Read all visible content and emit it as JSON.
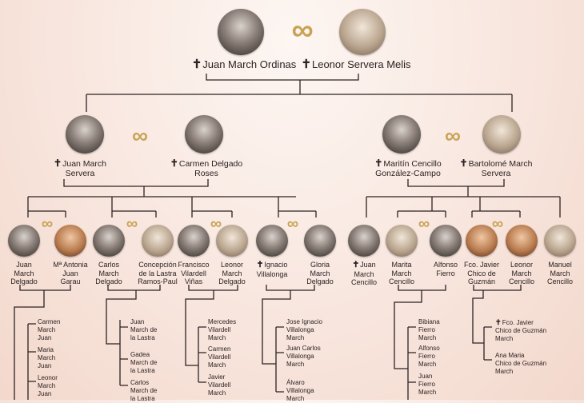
{
  "cross_symbol": "✝",
  "ring_symbol": "∞",
  "gen1": {
    "husband": "Juan March Ordinas",
    "wife": "Leonor Servera Melis"
  },
  "gen2": [
    {
      "a": [
        "Juan March",
        "Servera"
      ],
      "b": [
        "Carmen Delgado",
        "Roses"
      ]
    },
    {
      "a": [
        "Maritín Cencillo",
        "González-Campo"
      ],
      "b": [
        "Bartolomé March",
        "Servera"
      ]
    }
  ],
  "gen3": [
    [
      "Juan",
      "March",
      "Delgado"
    ],
    [
      "Mª Antonia",
      "Juan",
      "Garau"
    ],
    [
      "Carlos",
      "March",
      "Delgado"
    ],
    [
      "Concepción",
      "de la Lastra",
      "Ramos-Paul"
    ],
    [
      "Francisco",
      "Vilardell",
      "Viñas"
    ],
    [
      "Leonor",
      "March",
      "Delgado"
    ],
    [
      "Ignacio",
      "Villalonga"
    ],
    [
      "Gloria",
      "March",
      "Delgado"
    ],
    [
      "Juan",
      "March",
      "Cencillo"
    ],
    [
      "Marita",
      "March",
      "Cencillo"
    ],
    [
      "Alfonso",
      "Fierro"
    ],
    [
      "Fco. Javier",
      "Chico de",
      "Guzmán"
    ],
    [
      "Leonor",
      "March",
      "Cencillo"
    ],
    [
      "Manuel",
      "March",
      "Cencillo"
    ]
  ],
  "gen4": [
    [
      [
        "Carmen",
        "March",
        "Juan"
      ],
      [
        "Maria",
        "March",
        "Juan"
      ],
      [
        "Leonor",
        "March",
        "Juan"
      ]
    ],
    [
      [
        "Juan",
        "March de",
        "la Lastra"
      ],
      [
        "Gadea",
        "March de",
        "la Lastra"
      ],
      [
        "Carlos",
        "March de",
        "la Lastra"
      ]
    ],
    [
      [
        "Mercedes",
        "Vilardell",
        "March"
      ],
      [
        "Carmen",
        "Vilardell",
        "March"
      ],
      [
        "Javier",
        "Vilardell",
        "March"
      ]
    ],
    [
      [
        "Jose Ignacio",
        "Villalonga",
        "March"
      ],
      [
        "Juan Carlos",
        "Villalonga",
        "March"
      ],
      [
        "Álvaro",
        "Villalonga",
        "March"
      ]
    ],
    [
      [
        "Bibiana",
        "Fierro",
        "March"
      ],
      [
        "Alfonso",
        "Fierro",
        "March"
      ],
      [
        "Juan",
        "Fierro",
        "March"
      ]
    ],
    [
      [
        "Fco. Javier",
        "Chico de Guzmán",
        "March"
      ],
      [
        "Ana Maria",
        "Chico de Guzmán",
        "March"
      ]
    ]
  ],
  "colors": {
    "ring": "#c9a254",
    "line": "#2b2222"
  }
}
